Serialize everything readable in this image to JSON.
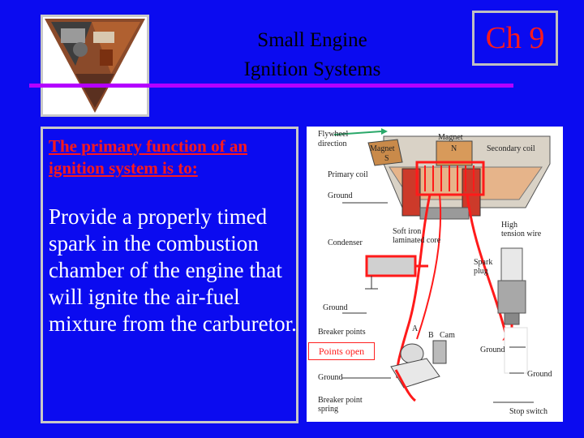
{
  "slide": {
    "title_line1": "Small Engine",
    "title_line2": "Ignition Systems",
    "chapter": "Ch 9",
    "heading": "The primary function of an ignition system is to:",
    "body": "Provide a properly timed spark in the combustion chamber of the engine that will ignite the air-fuel mixture from the carburetor."
  },
  "diagram": {
    "labels": {
      "flywheel_direction_1": "Flywheel",
      "flywheel_direction_2": "direction",
      "magnet_s": "Magnet",
      "s_pole": "S",
      "magnet_n": "Magnet",
      "n_pole": "N",
      "secondary_coil": "Secondary coil",
      "primary_coil": "Primary coil",
      "ground_top": "Ground",
      "high_tension_1": "High",
      "high_tension_2": "tension wire",
      "condenser": "Condenser",
      "soft_iron_1": "Soft iron",
      "soft_iron_2": "laminated core",
      "spark_plug_1": "Spark",
      "spark_plug_2": "plug",
      "ground_mid": "Ground",
      "breaker_points": "Breaker points",
      "point_a": "A",
      "point_b": "B",
      "cam": "Cam",
      "ground_right": "Ground",
      "ground_low": "Ground",
      "ground_far_right": "Ground",
      "breaker_spring_1": "Breaker point",
      "breaker_spring_2": "spring",
      "stop_switch": "Stop switch"
    },
    "callout": "Points open"
  },
  "colors": {
    "background": "#0b0bf0",
    "rule": "#b400ff",
    "accent_red": "#ff1a1a"
  }
}
